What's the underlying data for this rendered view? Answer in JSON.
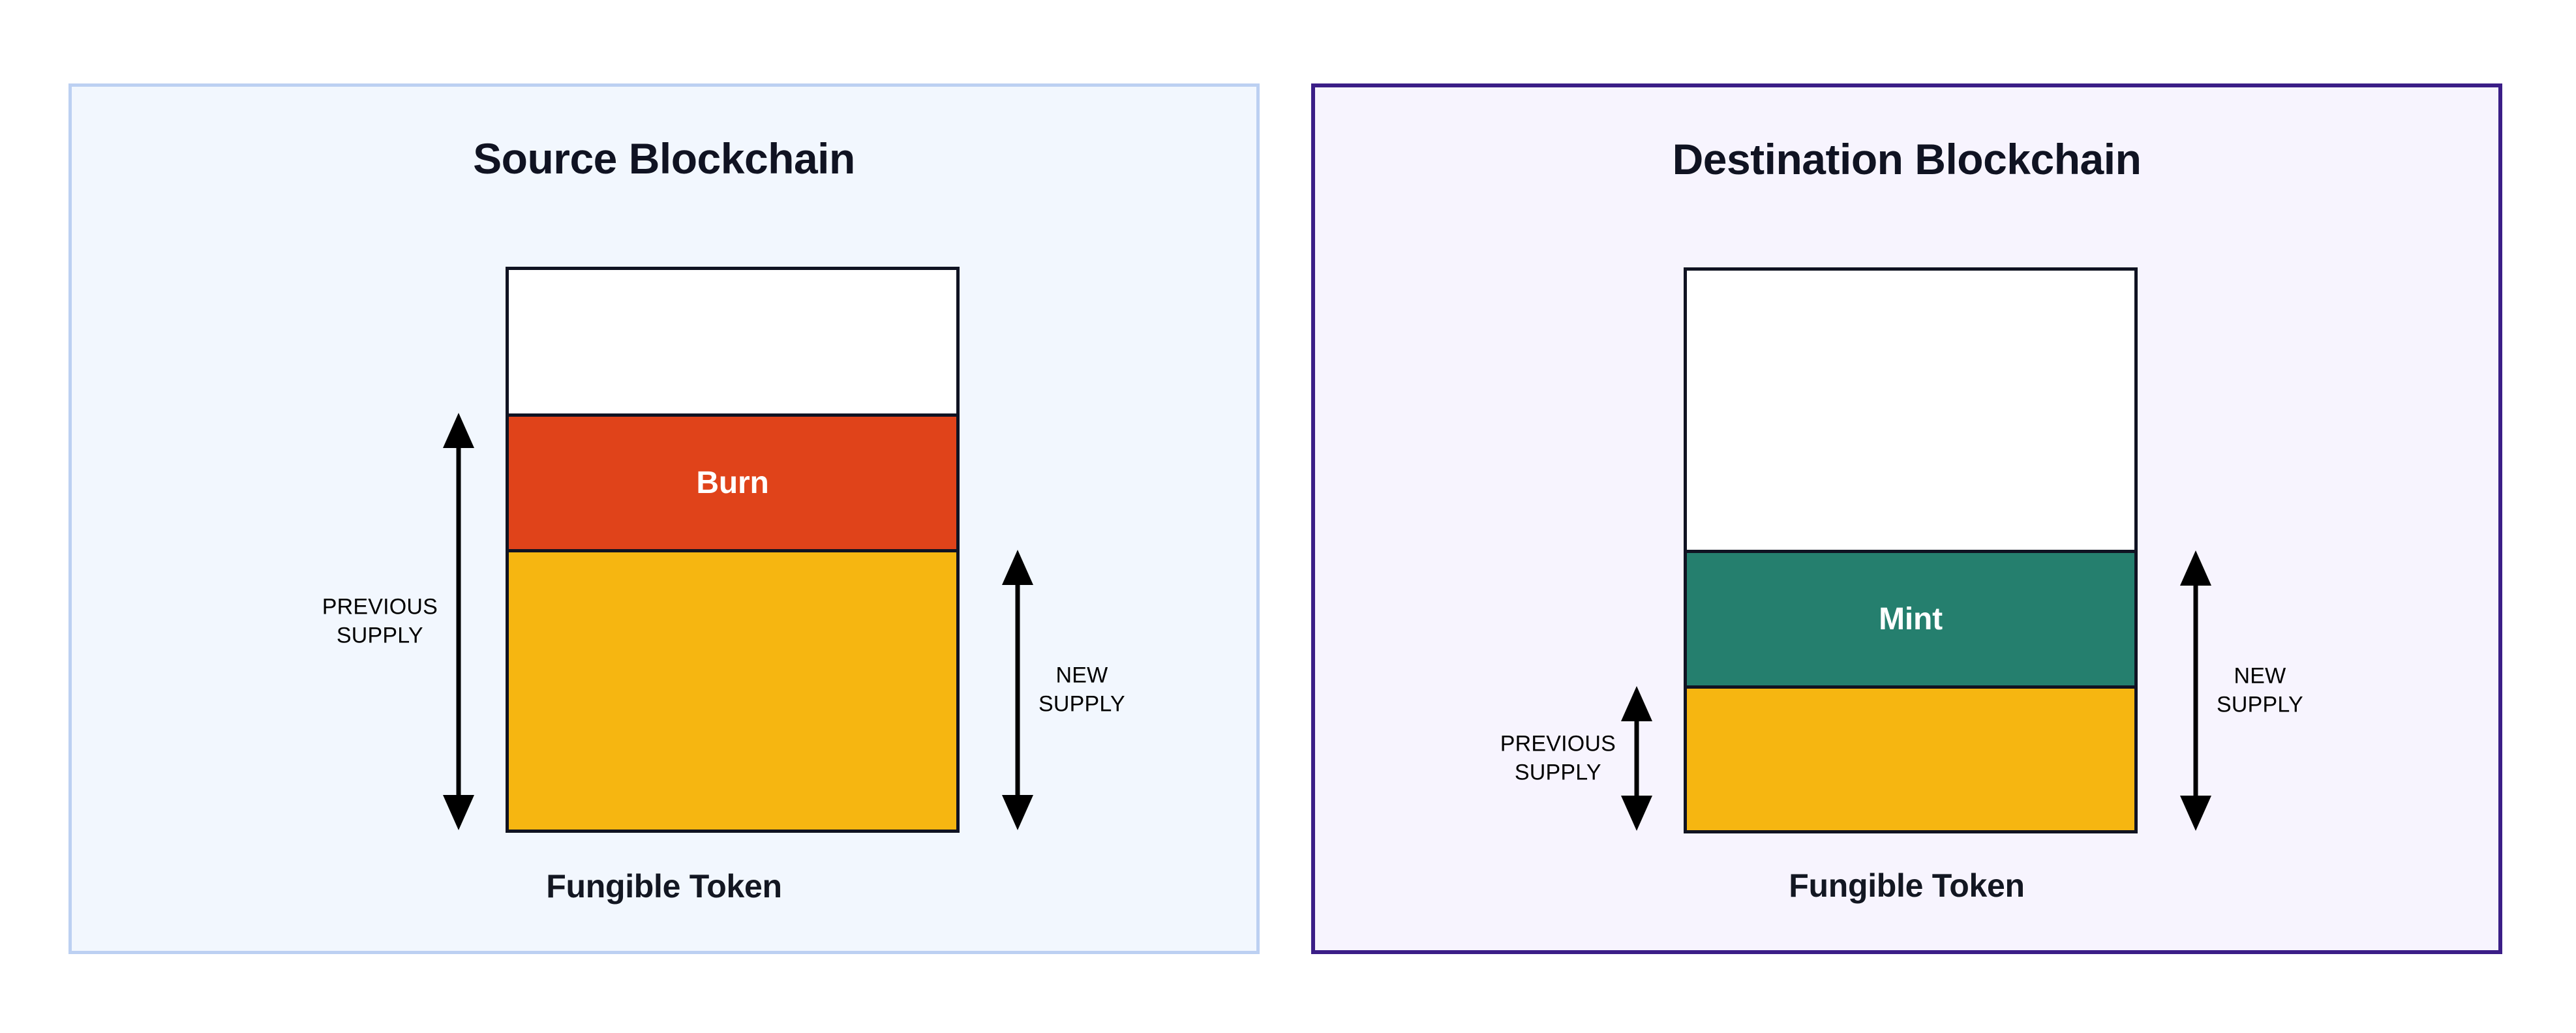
{
  "diagram": {
    "title_semantics": "cross-chain burn and mint token supply",
    "panels": [
      {
        "id": "source",
        "title": "Source Blockchain",
        "caption": "Fungible Token",
        "border_color": "#BCD0F2",
        "background_color": "#F2F7FE",
        "bar": {
          "segments": [
            {
              "name": "headroom",
              "label": "",
              "color": "#FFFFFF",
              "height_pct": 26.5
            },
            {
              "name": "burn",
              "label": "Burn",
              "color": "#E0431A",
              "height_pct": 24.0
            },
            {
              "name": "remaining",
              "label": "",
              "color": "#F6B611",
              "height_pct": 49.5
            }
          ]
        },
        "measures": [
          {
            "name": "previous-supply",
            "label": "PREVIOUS\nSUPPLY",
            "side": "left",
            "spans": [
              "burn",
              "remaining"
            ]
          },
          {
            "name": "new-supply",
            "label": "NEW\nSUPPLY",
            "side": "right",
            "spans": [
              "remaining"
            ]
          }
        ]
      },
      {
        "id": "destination",
        "title": "Destination Blockchain",
        "caption": "Fungible Token",
        "border_color": "#3B1E87",
        "background_color": "#F7F4FE",
        "bar": {
          "segments": [
            {
              "name": "headroom",
              "label": "",
              "color": "#FFFFFF",
              "height_pct": 50.5
            },
            {
              "name": "mint",
              "label": "Mint",
              "color": "#257F6E",
              "height_pct": 24.0
            },
            {
              "name": "existing",
              "label": "",
              "color": "#F6B611",
              "height_pct": 25.5
            }
          ]
        },
        "measures": [
          {
            "name": "previous-supply",
            "label": "PREVIOUS\nSUPPLY",
            "side": "left",
            "spans": [
              "existing"
            ]
          },
          {
            "name": "new-supply",
            "label": "NEW\nSUPPLY",
            "side": "right",
            "spans": [
              "mint",
              "existing"
            ]
          }
        ]
      }
    ],
    "colors": {
      "burn": "#E0431A",
      "mint": "#257F6E",
      "supply_gold": "#F6B611",
      "outline": "#101322",
      "text": "#101322",
      "arrow": "#000000"
    }
  }
}
